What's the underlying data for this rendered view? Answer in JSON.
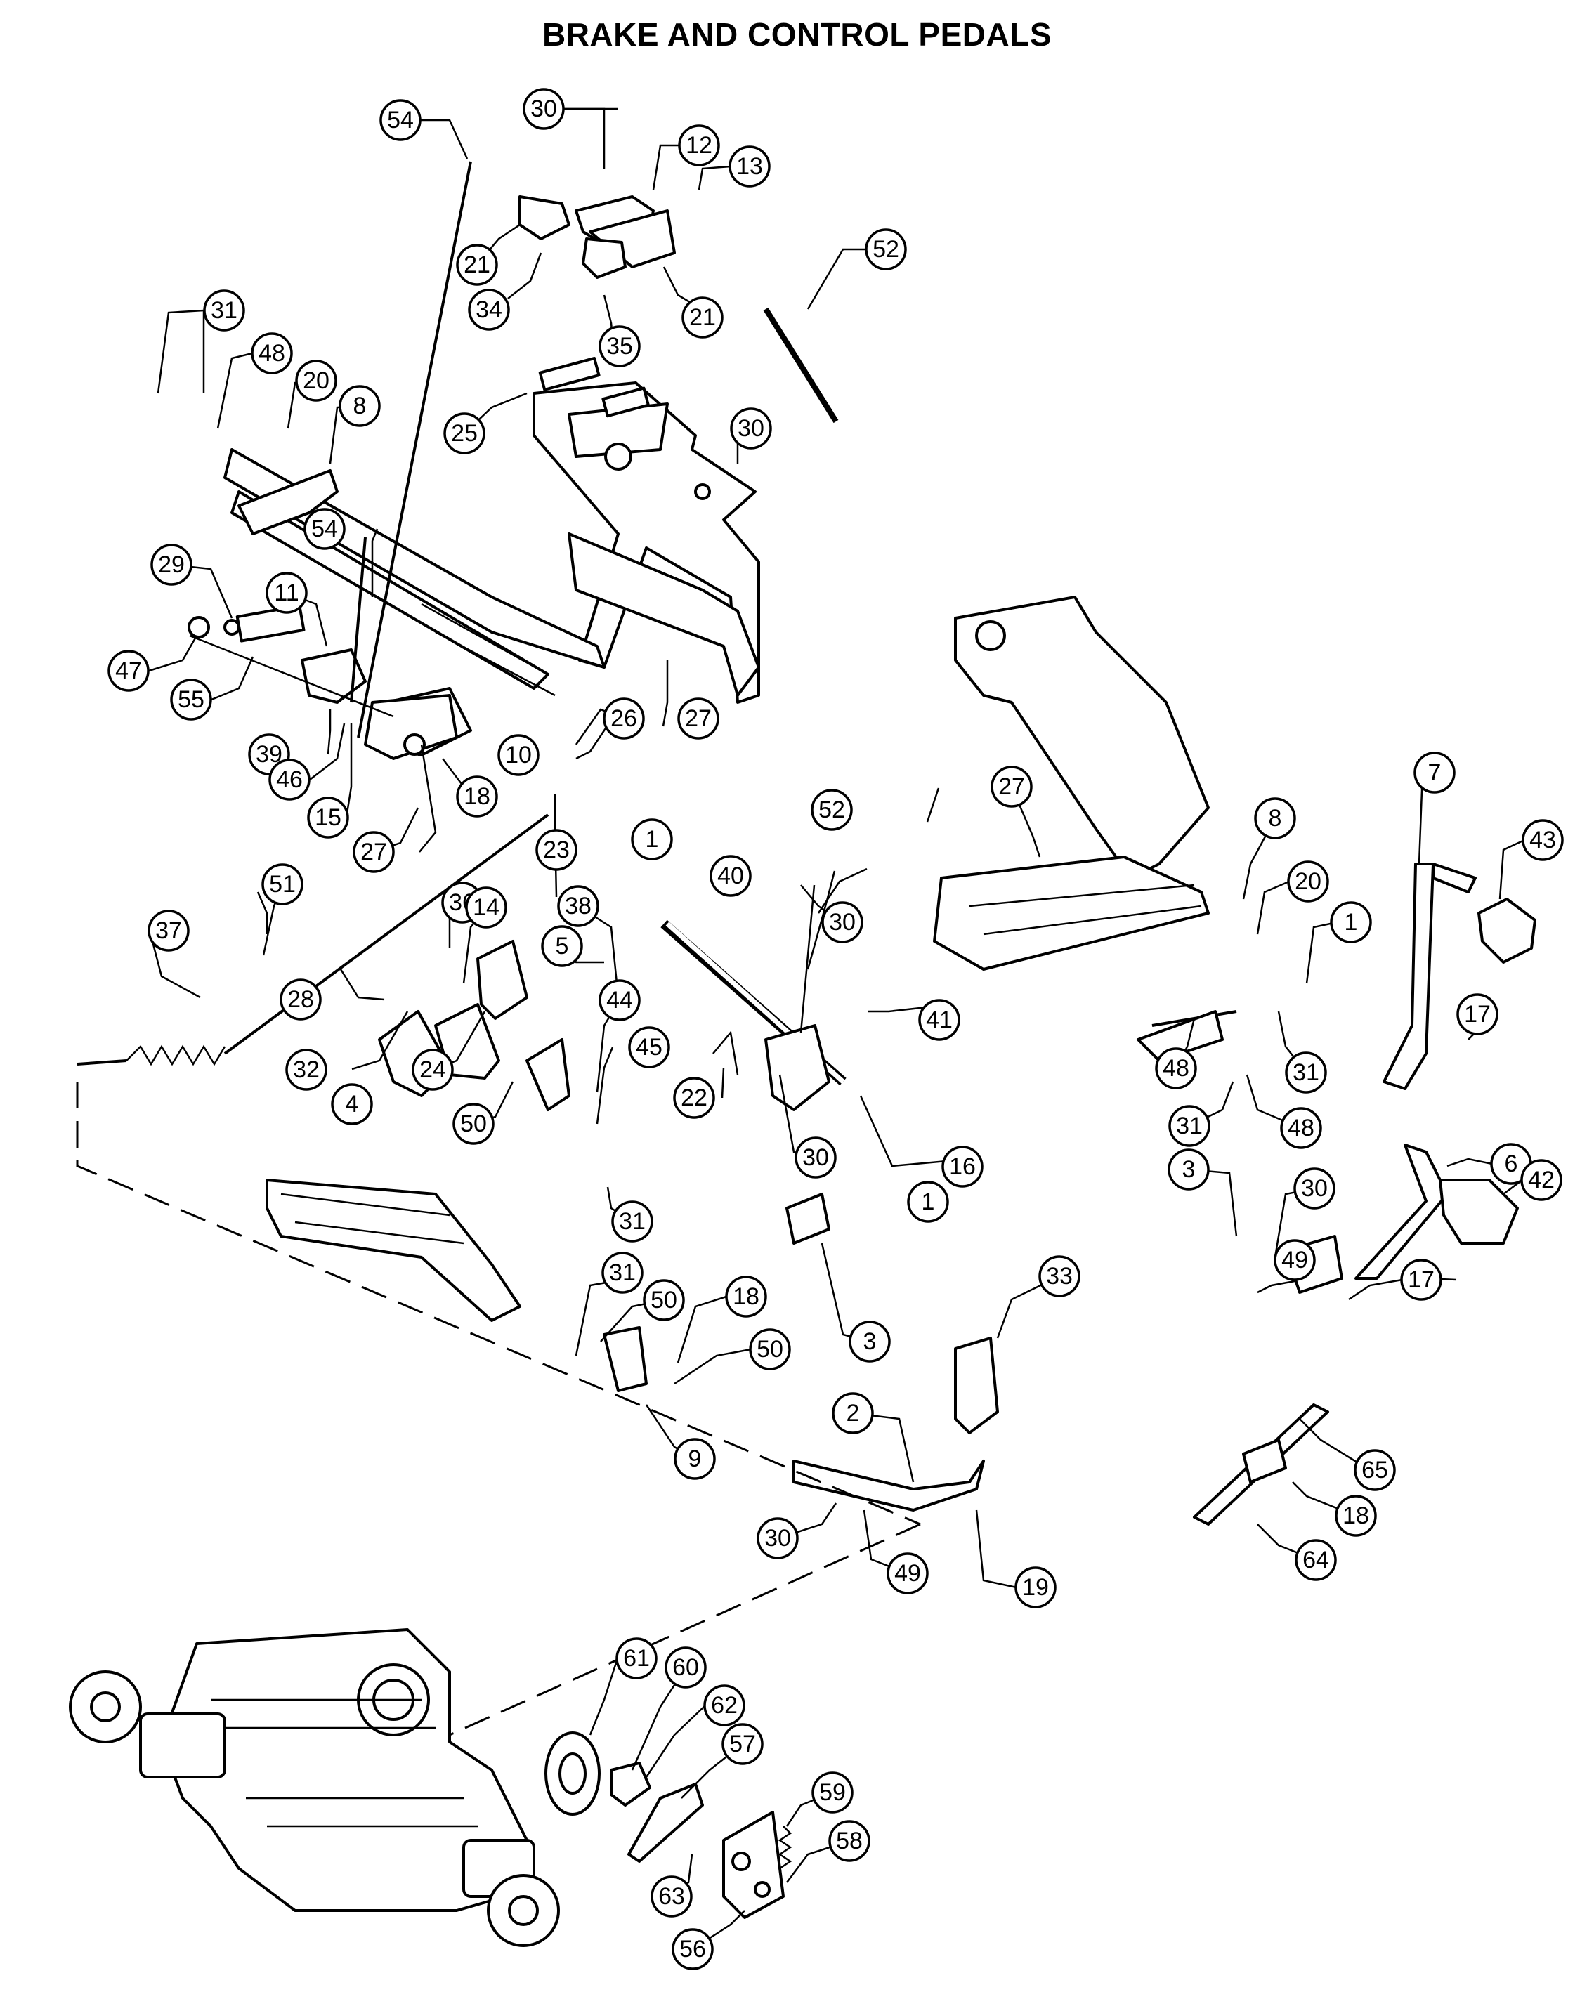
{
  "title": "BRAKE AND CONTROL PEDALS",
  "callouts": [
    "54",
    "30",
    "12",
    "13",
    "21",
    "34",
    "35",
    "21",
    "52",
    "31",
    "48",
    "20",
    "8",
    "25",
    "30",
    "54",
    "29",
    "11",
    "47",
    "55",
    "39",
    "46",
    "15",
    "27",
    "18",
    "10",
    "26",
    "27",
    "23",
    "51",
    "37",
    "36",
    "14",
    "38",
    "28",
    "32",
    "4",
    "24",
    "5",
    "44",
    "45",
    "50",
    "22",
    "30",
    "1",
    "1",
    "40",
    "52",
    "30",
    "41",
    "16",
    "27",
    "8",
    "7",
    "43",
    "20",
    "1",
    "17",
    "48",
    "31",
    "31",
    "48",
    "3",
    "30",
    "6",
    "42",
    "31",
    "31",
    "50",
    "18",
    "50",
    "9",
    "3",
    "33",
    "2",
    "30",
    "49",
    "19",
    "65",
    "18",
    "64",
    "49",
    "17",
    "61",
    "60",
    "62",
    "57",
    "59",
    "58",
    "63",
    "56"
  ]
}
